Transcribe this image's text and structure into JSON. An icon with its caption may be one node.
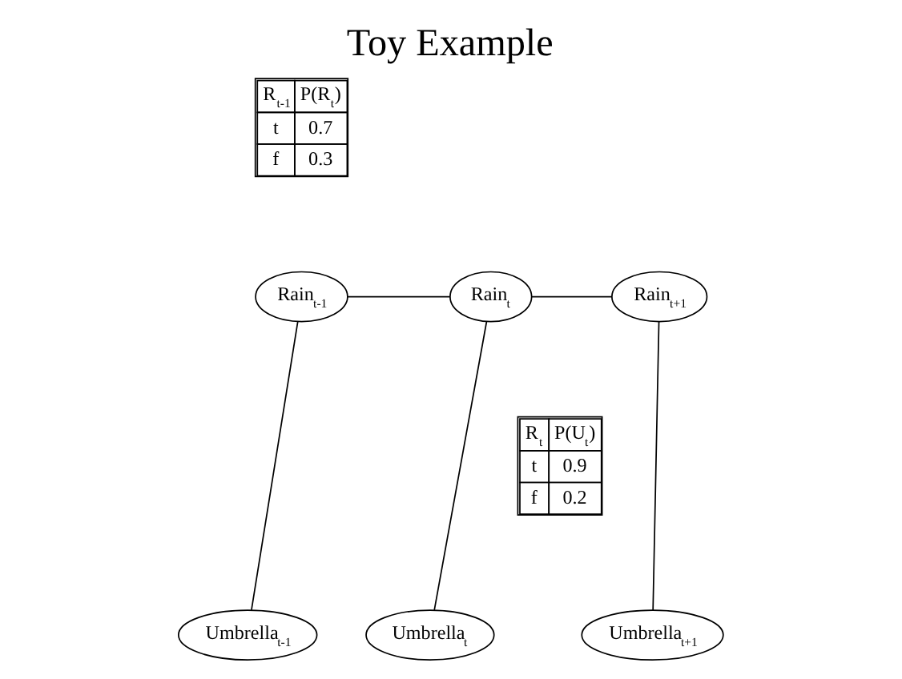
{
  "diagram": {
    "title": "Toy Example",
    "nodes": [
      {
        "text": [
          "Rain$_{t-1}$"
        ]
      },
      {
        "text": [
          "Rain$_{t}$"
        ]
      },
      {
        "text": [
          "Rain$_{t+1}$"
        ]
      },
      {
        "text": [
          "Umbrella$_{t-1}$"
        ]
      },
      {
        "text": [
          "Umbrella$_{t}$"
        ]
      },
      {
        "text": [
          "Umbrella$_{t+1}$"
        ]
      }
    ],
    "edges": [
      {
        "from": 0,
        "to": 1,
        "arrow": "none"
      },
      {
        "from": 1,
        "to": 2,
        "arrow": "none"
      },
      {
        "from": 0,
        "to": 3,
        "arrow": "none"
      },
      {
        "from": 1,
        "to": 4,
        "arrow": "none"
      },
      {
        "from": 2,
        "to": 5,
        "arrow": "none"
      }
    ],
    "labels": [
      "R$_{t-1}$",
      "P(R$_{t}$)",
      "t",
      "0.7",
      "f",
      "0.3",
      "R$_{t}$",
      "P(U$_{t}$)",
      "t",
      "0.9",
      "f",
      "0.2"
    ]
  }
}
